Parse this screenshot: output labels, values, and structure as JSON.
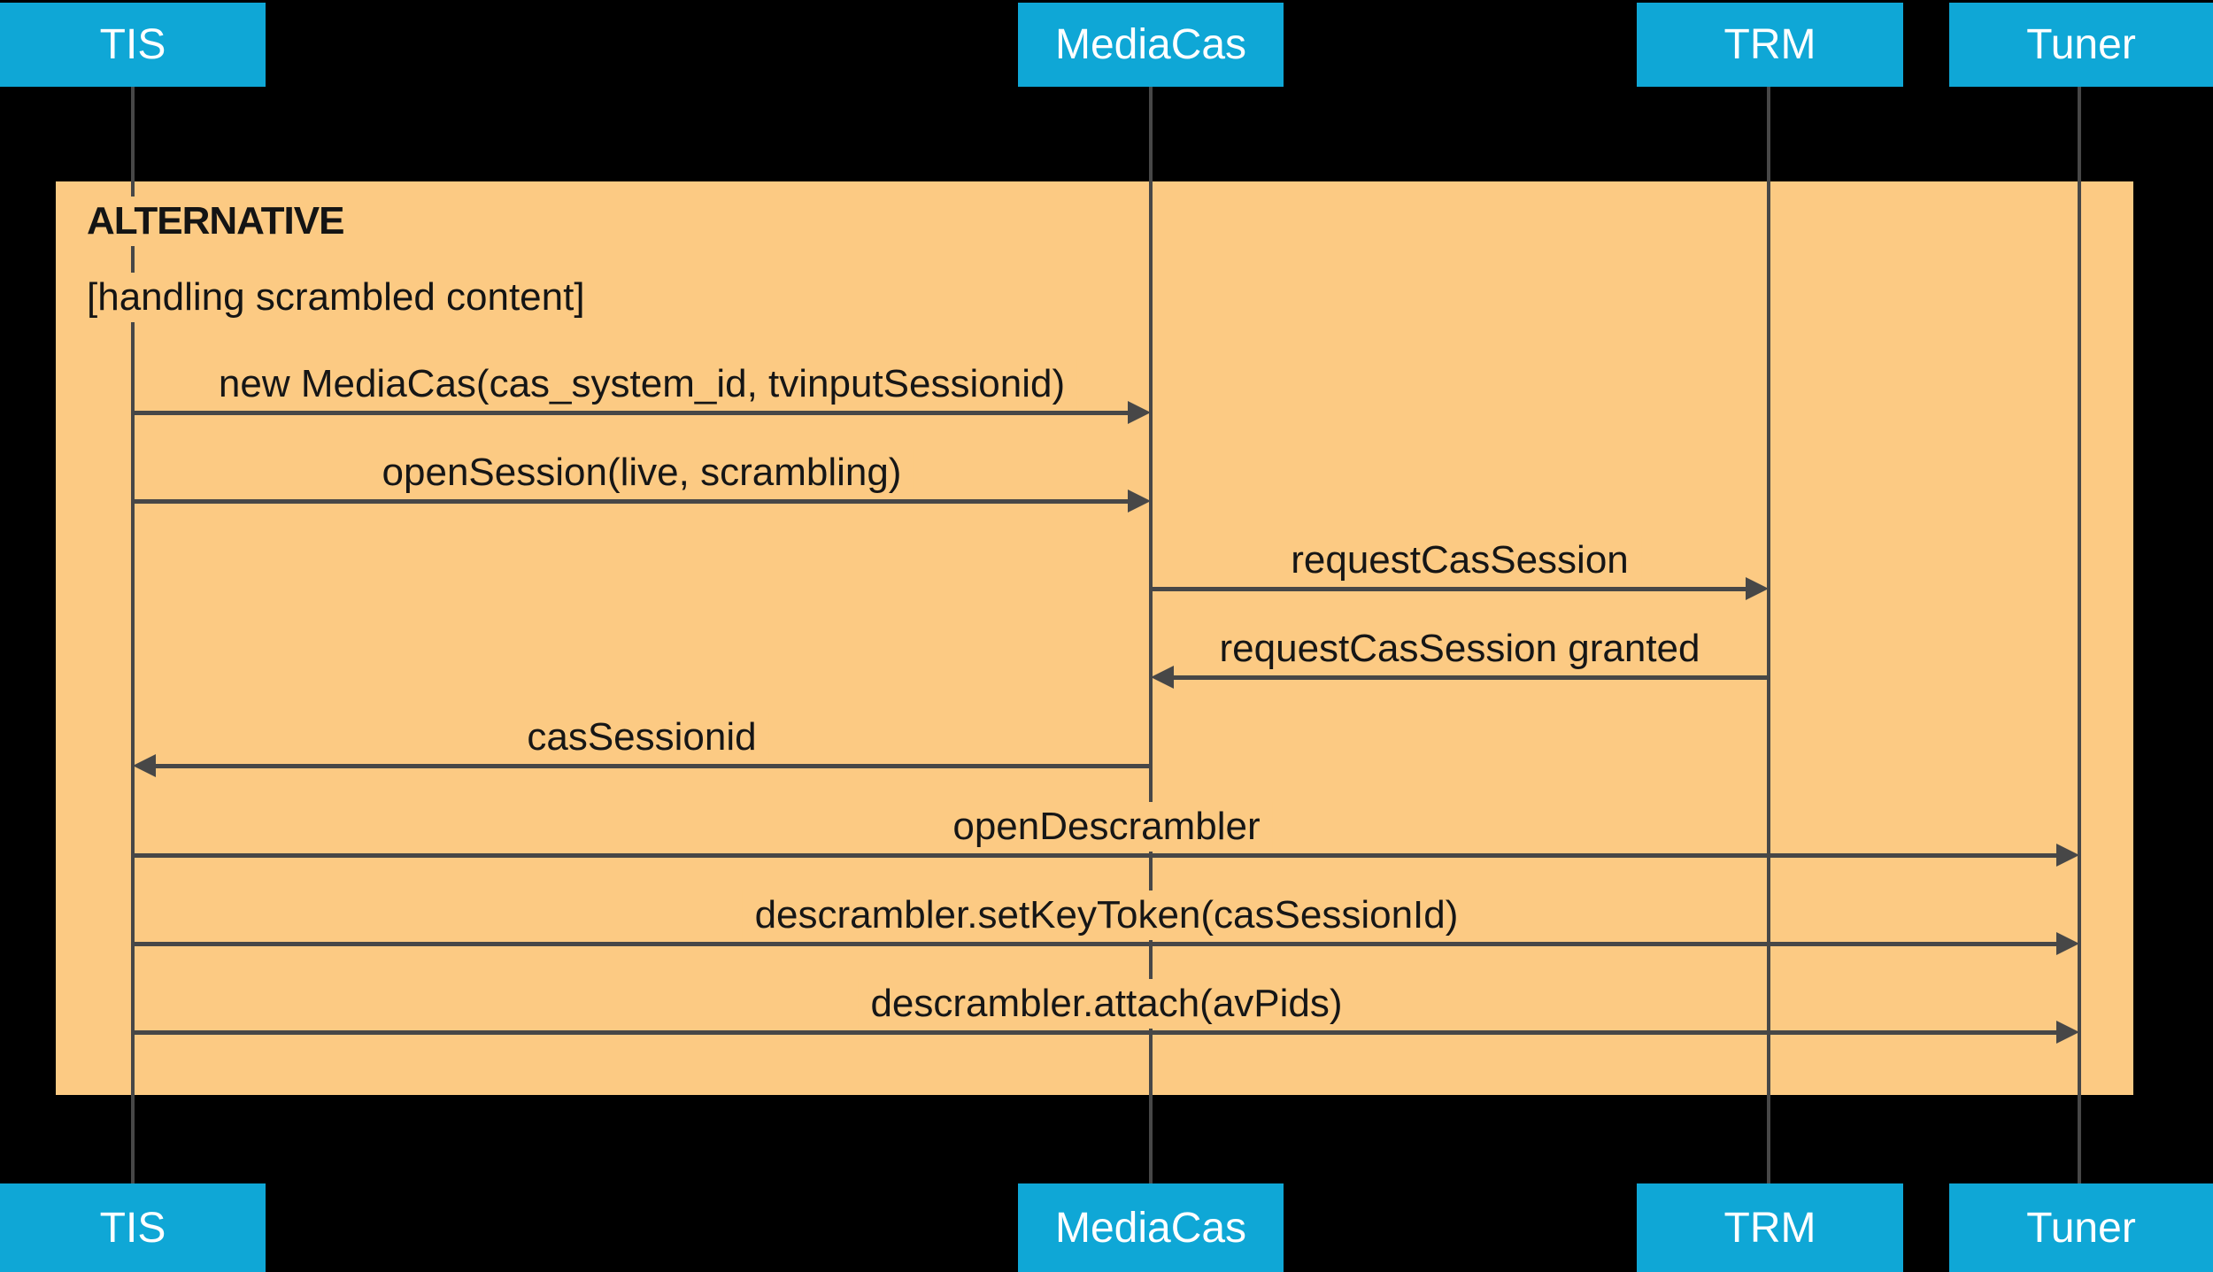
{
  "diagram": {
    "kind": "uml-sequence-diagram",
    "background_color": "#000000",
    "colors": {
      "actor_box": "#0fa7d6",
      "actor_text": "#ffffff",
      "frame_fill": "#fcca83",
      "line": "#474747",
      "message_text": "#161616"
    }
  },
  "actors": [
    {
      "label": "TIS"
    },
    {
      "label": "MediaCas"
    },
    {
      "label": "TRM"
    },
    {
      "label": "Tuner"
    }
  ],
  "alt_block": {
    "title": "ALTERNATIVE",
    "guard": "[handling scrambled content]"
  },
  "messages": [
    {
      "label": "new MediaCas(cas_system_id, tvinputSessionid)",
      "from": "TIS",
      "to": "MediaCas",
      "direction": "right"
    },
    {
      "label": "openSession(live, scrambling)",
      "from": "TIS",
      "to": "MediaCas",
      "direction": "right"
    },
    {
      "label": "requestCasSession",
      "from": "MediaCas",
      "to": "TRM",
      "direction": "right"
    },
    {
      "label": "requestCasSession granted",
      "from": "TRM",
      "to": "MediaCas",
      "direction": "left"
    },
    {
      "label": "casSessionid",
      "from": "MediaCas",
      "to": "TIS",
      "direction": "left"
    },
    {
      "label": "openDescrambler",
      "from": "TIS",
      "to": "Tuner",
      "direction": "right"
    },
    {
      "label": "descrambler.setKeyToken(casSessionId)",
      "from": "TIS",
      "to": "Tuner",
      "direction": "right"
    },
    {
      "label": "descrambler.attach(avPids)",
      "from": "TIS",
      "to": "Tuner",
      "direction": "right"
    }
  ]
}
